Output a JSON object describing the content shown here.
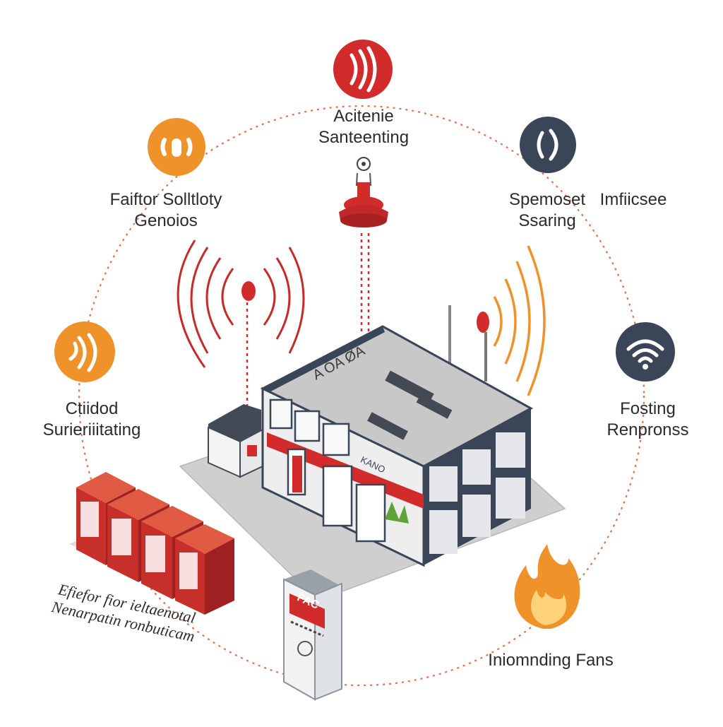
{
  "nodes": {
    "top": {
      "line1": "Acitenie",
      "line2": "Santeenting",
      "icon": "sound-waves-icon",
      "color": "#d12b2b"
    },
    "upper_left": {
      "line1": "Faiftor Solltloty",
      "line2": "Genoios",
      "icon": "sound-waves-icon",
      "color": "#f0922a"
    },
    "upper_right": {
      "line1": "Spemoset",
      "line2": "Ssaring",
      "extra": "Imfiicsee",
      "icon": "sound-waves-icon",
      "color": "#3a4658"
    },
    "left": {
      "line1": "Ctiidod",
      "line2": "Surieriiitating",
      "icon": "sound-waves-icon",
      "color": "#f0922a"
    },
    "right": {
      "line1": "Fosting",
      "line2": "Renpronss",
      "icon": "wifi-icon",
      "color": "#3a4658"
    },
    "bottom_left": {
      "line1": "Efiefor fior ieltaenotal",
      "line2": "Nenarpatin ronbuticam",
      "icon": "server-rack-icon",
      "color": "#d8392e"
    },
    "bottom_center": {
      "panel_label": "FAC",
      "icon": "control-panel-icon"
    },
    "bottom_right": {
      "line1": "Iniomnding Fans",
      "icon": "flame-icon",
      "color": "#f0922a"
    }
  },
  "building": {
    "roof_sign": "A  ÓA  ØA",
    "facade_sign": "ΚΑΝΟ",
    "icon": "building-icon"
  },
  "center_alarm": {
    "icon": "fire-alarm-bell-icon",
    "color": "#d12b2b"
  },
  "colors": {
    "ring": "#e0734a",
    "red": "#d12b2b",
    "orange": "#f0922a",
    "navy": "#3a4658"
  }
}
